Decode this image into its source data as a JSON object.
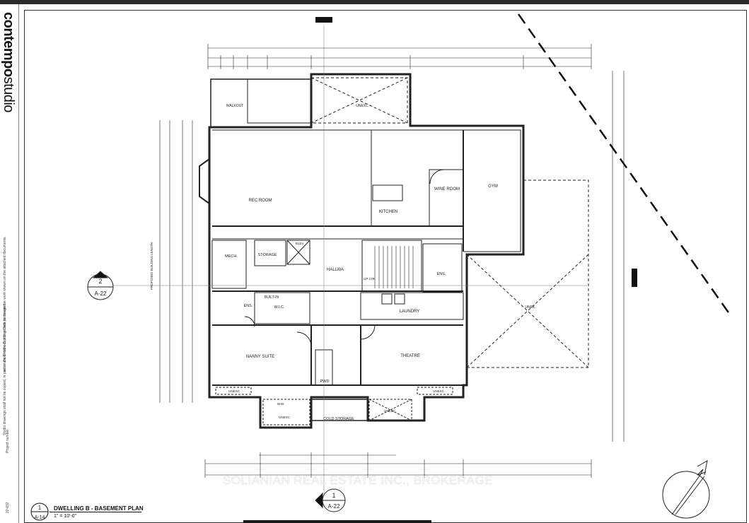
{
  "brand": {
    "bold": "contempo",
    "light": "studio"
  },
  "side_notes": {
    "project_number_label": "Project number:",
    "copyright": "Studio drawings shall not be copied, in part or whole without prior written permission.",
    "code_note": "out in the Ontario Building Code to design the work shown on the attached documents.",
    "date_code": "22-032"
  },
  "rooms": {
    "rec_room": "REC ROOM",
    "kitchen": "KITCHEN",
    "wine_room": "WINE ROOM",
    "gym": "GYM",
    "walkout": "WALKOUT",
    "unexc_top": "UNEXC",
    "mech": "MECH.",
    "storage": "STORAGE",
    "elev": "ELEV.",
    "hallway": "HALLWA",
    "up": "UP 17R",
    "ens_right": "ENS.",
    "ens_left": "ENS.",
    "built_in": "BUILT-IN",
    "wic": "W.I.C.",
    "laundry": "LAUNDRY",
    "unex_right": "UNEX.",
    "nanny_suite": "NANNY SUITE",
    "theatre": "THEATRE",
    "pwd": "PWD",
    "unexc_bl": "UNEXC",
    "unexc_br": "UNEXC",
    "ww": "W.W.",
    "unexc_cold": "UNEXC",
    "cold_storage": "COLD STORAGE",
    "unexc_bottom": "UNEXC"
  },
  "section_markers": {
    "left": {
      "number": "2",
      "sheet": "A-22"
    },
    "bottom": {
      "number": "1",
      "sheet": "A-22"
    }
  },
  "title_block": {
    "number": "1",
    "sheet": "A-14",
    "title": "DWELLING B - BASEMENT PLAN",
    "scale": "1\" = 10'-0\""
  },
  "side_label": "PROPOSED BUILDING LENGTH",
  "watermark": "SOLIANIAN REAL ESTATE INC., BROKERAGE"
}
